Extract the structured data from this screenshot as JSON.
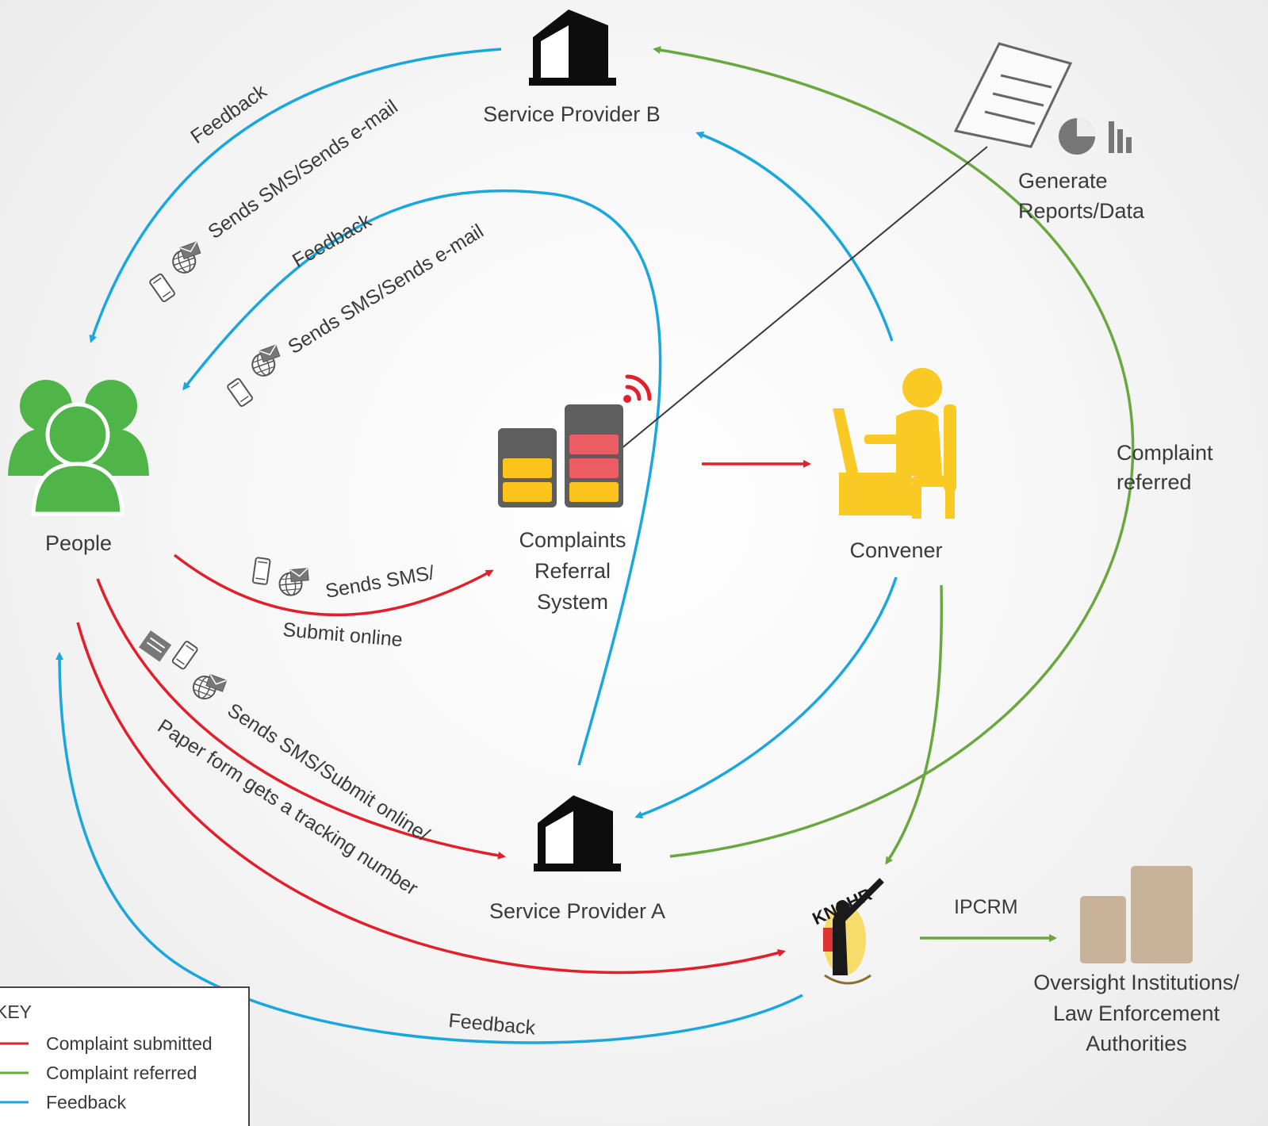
{
  "nodes": {
    "service_provider_b": "Service Provider B",
    "service_provider_a": "Service Provider A",
    "people": "People",
    "crs_line1": "Complaints",
    "crs_line2": "Referral",
    "crs_line3": "System",
    "convener": "Convener",
    "reports_line1": "Generate",
    "reports_line2": "Reports/Data",
    "oversight_line1": "Oversight Institutions/",
    "oversight_line2": "Law Enforcement",
    "oversight_line3": "Authorities",
    "knchr_logo_text": "KNCHR"
  },
  "edges": {
    "feedback_outer": "Feedback",
    "sms_email_outer": "Sends SMS/Sends e-mail",
    "feedback_inner": "Feedback",
    "sms_email_inner": "Sends SMS/Sends e-mail",
    "sends_sms": "Sends SMS/",
    "submit_online": "Submit online",
    "sends_sms_submit": "Sends SMS/Submit online/",
    "paper_form": "Paper form gets a tracking number",
    "complaint_referred_1": "Complaint",
    "complaint_referred_2": "referred",
    "ipcrm": "IPCRM",
    "feedback_bottom": "Feedback"
  },
  "key": {
    "title": "KEY",
    "items": [
      {
        "label": "Complaint submitted",
        "color": "#e0202b"
      },
      {
        "label": "Complaint referred",
        "color": "#6aa83f"
      },
      {
        "label": "Feedback",
        "color": "#1aa7de"
      }
    ]
  },
  "colors": {
    "submitted": "#e0202b",
    "referred": "#6aa83f",
    "feedback": "#1aa7de",
    "people_green": "#4fb548",
    "convener_yellow": "#f9c924",
    "oversight_tan": "#c9b29a"
  },
  "icons": [
    "building-icon",
    "people-icon",
    "server-icon",
    "wifi-icon",
    "person-at-desk-icon",
    "document-icon",
    "pie-chart-icon",
    "bar-chart-icon",
    "phone-icon",
    "globe-mail-icon",
    "paper-form-icon",
    "knchr-logo",
    "institution-blocks-icon"
  ]
}
